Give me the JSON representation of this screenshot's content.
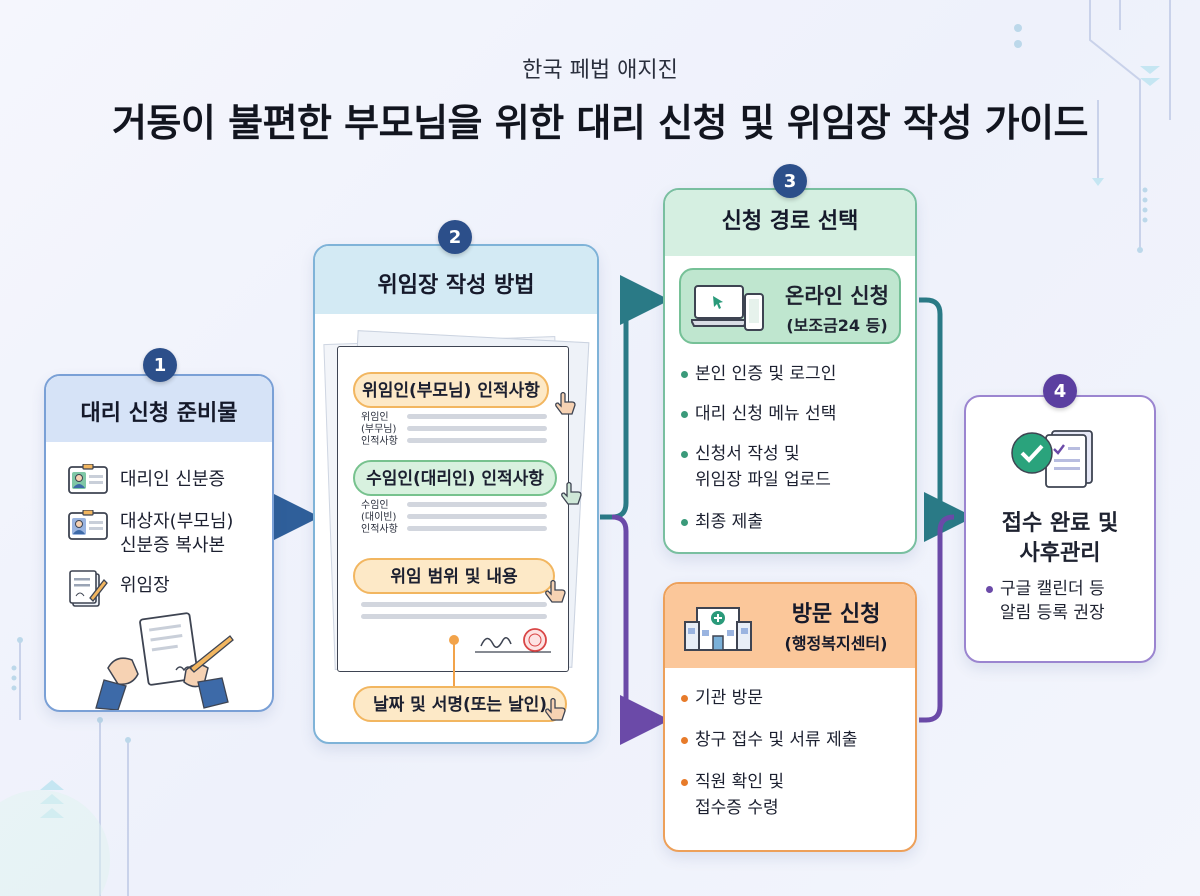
{
  "header": {
    "subtitle": "한국 페법 애지진",
    "title": "거동이 불편한 부모님을 위한 대리 신청 및 위임장 작성 가이드"
  },
  "steps": [
    {
      "number": "1",
      "title": "대리 신청 준비물",
      "items": [
        "대리인 신분증",
        "대상자(부모님)",
        "신분증 복사본",
        "위임장"
      ]
    },
    {
      "number": "2",
      "title": "위임장 작성 방법",
      "sections": {
        "delegator": "위임인(부모님) 인적사항",
        "delegator_label": [
          "위임인",
          "(부무님)",
          "인적사항"
        ],
        "delegate": "수임인(대리인) 인적사항",
        "delegate_label": [
          "수임인",
          "(대이빈)",
          "인적사항"
        ],
        "scope": "위임 범위 및 내용",
        "signature": "날짜 및 서명(또는 날인)"
      }
    },
    {
      "number": "3",
      "title": "신청 경로 선택",
      "online": {
        "title": "온라인 신청",
        "subtitle": "(보조금24 등)",
        "items": [
          "본인 인증 및 로그인",
          "대리 신청 메뉴 선택",
          "신청서 작성 및",
          "위임장 파일 업로드",
          "최종 제출"
        ]
      },
      "visit": {
        "title": "방문 신청",
        "subtitle": "(행정복지센터)",
        "items": [
          "기관 방문",
          "창구 접수 및 서류 제출",
          "직원 확인 및",
          "접수증 수령"
        ]
      }
    },
    {
      "number": "4",
      "title_line1": "접수 완료 및",
      "title_line2": "사후관리",
      "items": [
        "구글 캘린더 등",
        "알림 등록 권장"
      ]
    }
  ],
  "colors": {
    "badge": "#2c4f8a",
    "badge4": "#5b3fa0",
    "arrow_blue": "#2f5f9a",
    "arrow_teal": "#2a7a86",
    "arrow_purple": "#6b4aa8",
    "bullet_green": "#3a9a7a",
    "bullet_orange": "#e77b2a",
    "bullet_purple": "#6b4aa8"
  }
}
